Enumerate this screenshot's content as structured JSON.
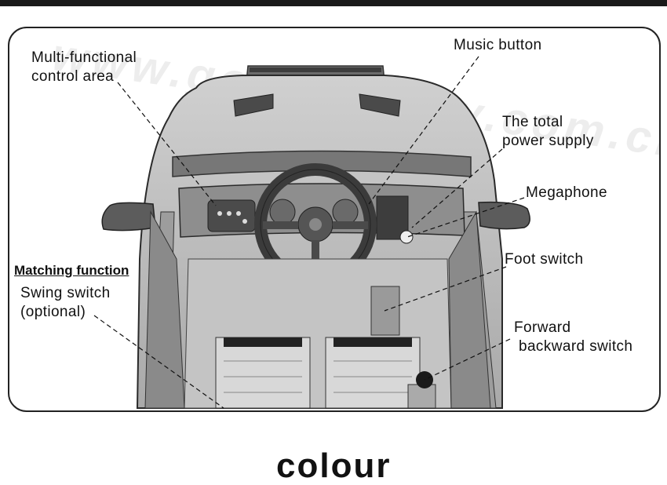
{
  "watermark": "www.goldenbaby.com.cn",
  "labels": {
    "multi_functional": [
      "Multi-functional",
      "control area"
    ],
    "music_button": "Music button",
    "total_power": [
      "The total",
      "power supply"
    ],
    "megaphone": "Megaphone",
    "matching_function": "Matching function",
    "swing_switch": [
      "Swing switch",
      "(optional)"
    ],
    "foot_switch": "Foot switch",
    "forward_backward": [
      "Forward",
      "backward switch"
    ]
  },
  "footer": {
    "word": "colour"
  },
  "colors": {
    "frame": "#222222",
    "car_body": "#b8b8b8",
    "car_dark": "#5a5a5a",
    "leader_line": "#111111"
  }
}
